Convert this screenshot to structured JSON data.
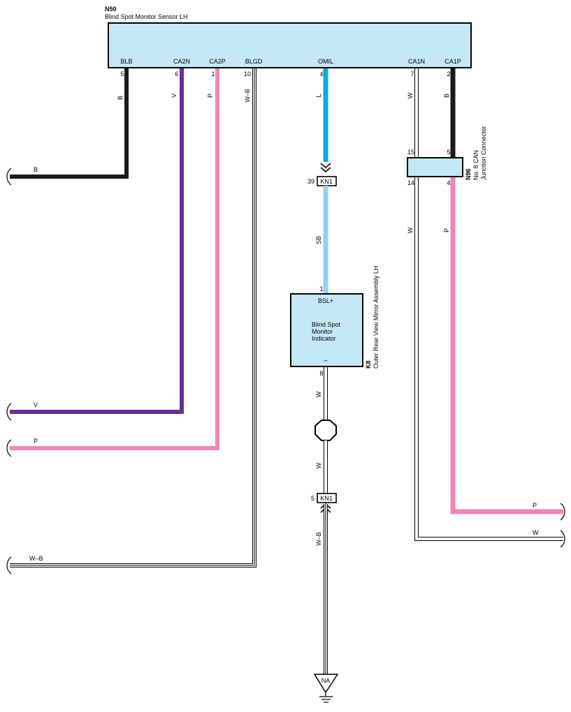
{
  "colors": {
    "B": "#1a1a1a",
    "V": "#6b2d8f",
    "P": "#ef86b8",
    "L": "#0aa9e6",
    "SB": "#8fd3f2",
    "component_fill": "#c5e8f7"
  },
  "sensor": {
    "id": "N50",
    "name": "Blind Spot Monitor Sensor LH",
    "pins": [
      {
        "number": "5",
        "name": "BLB",
        "wire": "B"
      },
      {
        "number": "6",
        "name": "CA2N",
        "wire": "V"
      },
      {
        "number": "1",
        "name": "CA2P",
        "wire": "P"
      },
      {
        "number": "10",
        "name": "BLGD",
        "wire": "W–B"
      },
      {
        "number": "4",
        "name": "OMIL",
        "wire": "L"
      },
      {
        "number": "7",
        "name": "CA1N",
        "wire": "W"
      },
      {
        "number": "2",
        "name": "CA1P",
        "wire": "B"
      }
    ]
  },
  "junction": {
    "id": "N96",
    "name_line1": "No. 8 CAN",
    "name_line2": "Junction Connector",
    "pins": {
      "top_left": "15",
      "top_right": "5",
      "bottom_left": "14",
      "bottom_right": "4"
    },
    "wires": {
      "lower_left": "W",
      "lower_right": "P"
    }
  },
  "connector_kn1_top": {
    "label": "KN1",
    "pin": "39",
    "wire_below": "SB"
  },
  "connector_kn1_bottom": {
    "label": "KN1",
    "pin": "5",
    "wire_below": "W–B"
  },
  "indicator": {
    "id": "K8",
    "name": "Outer Rear View Mirror Assembly LH",
    "pin_top": "1",
    "pin_top_name": "BSL+",
    "pin_bottom": "8",
    "pin_bottom_name": "–",
    "body_line1": "Blind Spot",
    "body_line2": "Monitor",
    "body_line3": "Indicator",
    "wire_below": "W",
    "wire_below_splice": "W"
  },
  "ground": {
    "label": "NA"
  },
  "left_exits": [
    {
      "label": "B"
    },
    {
      "label": "V"
    },
    {
      "label": "P"
    },
    {
      "label": "W–B"
    }
  ],
  "right_exits": [
    {
      "label": "P"
    },
    {
      "label": "W"
    }
  ]
}
